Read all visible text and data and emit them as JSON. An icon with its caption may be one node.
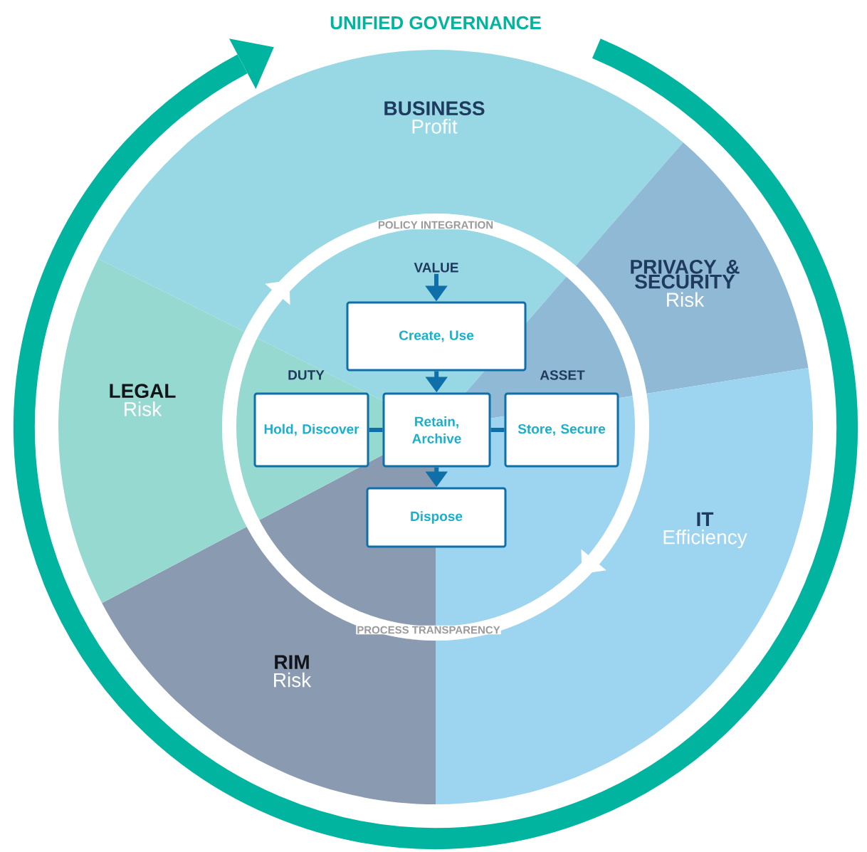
{
  "diagram": {
    "nodes": [
      {
        "text": [
          "BUSINESS",
          "Profit"
        ]
      },
      {
        "text": [
          "VALUE"
        ]
      },
      {
        "text": [
          "PRIVACY & SECURITY",
          "Risk"
        ]
      },
      {
        "text": [
          "Create, Use"
        ]
      },
      {
        "text": [
          "LEGAL",
          "Risk"
        ]
      },
      {
        "text": [
          "Hold, Discover"
        ]
      },
      {
        "text": [
          "Retain, Archive"
        ]
      },
      {
        "text": [
          "Store, Secure"
        ]
      },
      {
        "text": [
          "Dispose"
        ]
      },
      {
        "text": [
          "IT",
          "Efficiency"
        ]
      },
      {
        "text": [
          "RIM",
          "Risk"
        ]
      }
    ],
    "edges": [
      {
        "from": 1,
        "to": 3,
        "arrow": "to"
      },
      {
        "from": 3,
        "to": 6,
        "arrow": "to"
      },
      {
        "from": 6,
        "to": 8,
        "arrow": "to"
      },
      {
        "from": 5,
        "to": 6,
        "arrow": "none"
      },
      {
        "from": 6,
        "to": 7,
        "arrow": "none"
      }
    ],
    "labels": [
      "UNIFIED GOVERNANCE",
      "POLICY INTEGRATION",
      "DUTY",
      "ASSET",
      "PROCESS TRANSPARENCY"
    ]
  }
}
